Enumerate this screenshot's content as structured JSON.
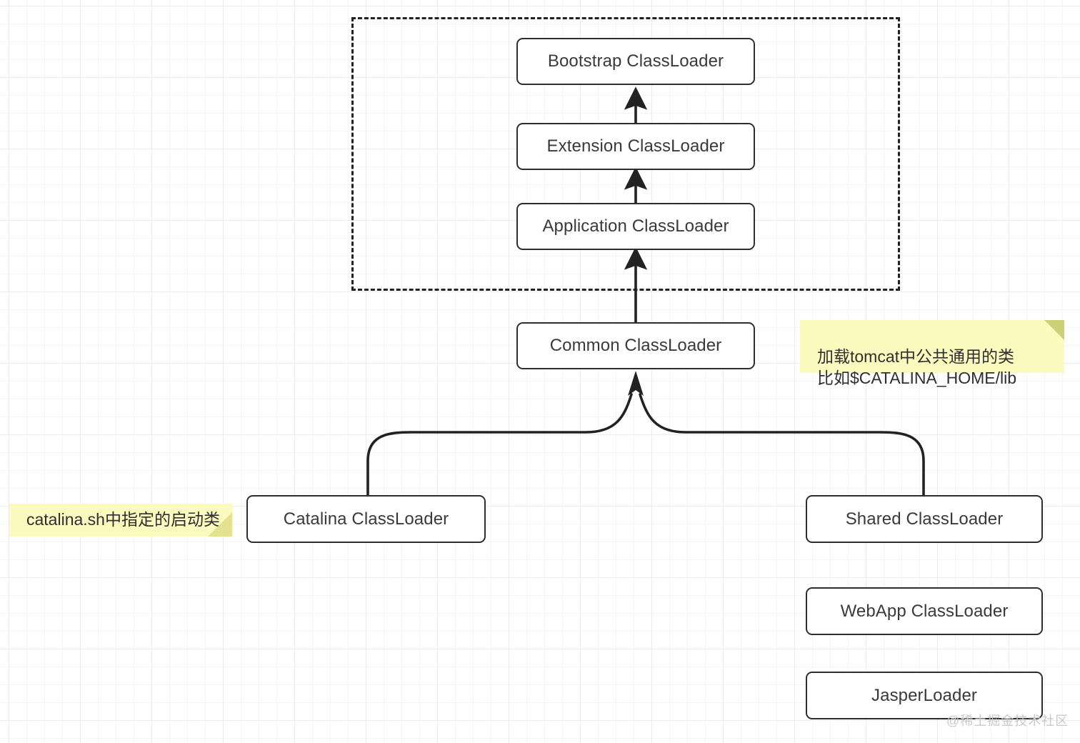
{
  "diagram": {
    "title": "Tomcat ClassLoader Hierarchy",
    "colors": {
      "node_border": "#2e2e2e",
      "node_fill": "#ffffff",
      "arrow": "#222222",
      "note_fill": "#fbfbbf",
      "note_fold": "#ccd177",
      "grid_minor": "#f5f5f5",
      "grid_major": "#ececec",
      "watermark": "#c9c9c9"
    },
    "jvm_group": {
      "label": "",
      "style": "dashed"
    },
    "nodes": [
      {
        "id": "bootstrap",
        "label": "Bootstrap ClassLoader"
      },
      {
        "id": "extension",
        "label": "Extension ClassLoader"
      },
      {
        "id": "application",
        "label": "Application ClassLoader"
      },
      {
        "id": "common",
        "label": "Common ClassLoader"
      },
      {
        "id": "catalina",
        "label": "Catalina ClassLoader"
      },
      {
        "id": "shared",
        "label": "Shared ClassLoader"
      },
      {
        "id": "webapp",
        "label": "WebApp ClassLoader"
      },
      {
        "id": "jasper",
        "label": "JasperLoader"
      }
    ],
    "edges": [
      {
        "from": "extension",
        "to": "bootstrap",
        "type": "straight-arrow"
      },
      {
        "from": "application",
        "to": "extension",
        "type": "straight-arrow"
      },
      {
        "from": "common",
        "to": "application",
        "type": "straight-arrow"
      },
      {
        "from": "catalina",
        "to": "common",
        "type": "curved-arrow"
      },
      {
        "from": "shared",
        "to": "common",
        "type": "curved-arrow"
      }
    ],
    "notes": [
      {
        "id": "note-catalina",
        "text": "catalina.sh中指定的启动类",
        "fold": "bottom-right"
      },
      {
        "id": "note-common",
        "text": "加载tomcat中公共通用的类\n比如$CATALINA_HOME/lib",
        "fold": "top-right"
      }
    ],
    "watermark": "@稀土掘金技术社区"
  }
}
